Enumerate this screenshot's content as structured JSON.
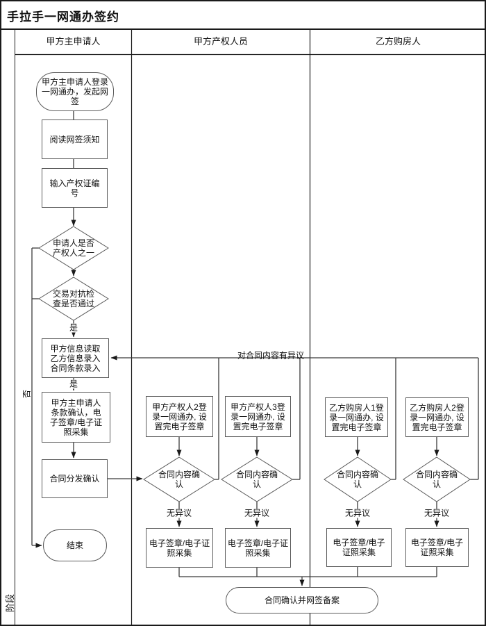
{
  "title": "手拉手一网通办签约",
  "stage": {
    "label": "阶段"
  },
  "lanes": {
    "a_main": "甲方主申请人",
    "a_owners": "甲方产权人员",
    "b_buyers": "乙方购房人"
  },
  "nodes": {
    "start": "甲方主申请人登录一网通办，发起网签",
    "read_notice": "阅读网签须知",
    "input_cert_no": "输入产权证编号",
    "is_owner_check": "申请人是否产权人之一",
    "transaction_check": "交易对抗检查是否通过",
    "info_entry": "甲方信息读取乙方信息录入合同条款录入",
    "main_confirm": "甲方主申请人条款确认，电子签章/电子证照采集",
    "distribute": "合同分发确认",
    "end": "结束",
    "owner2_login": "甲方产权人2登录一网通办, 设置完电子签章",
    "owner3_login": "甲方产权人3登录一网通办, 设置完电子签章",
    "buyer1_login": "乙方购房人1登录一网通办, 设置完电子签章",
    "buyer2_login": "乙方购房人2登录一网通办, 设置完电子签章",
    "content_confirm": "合同内容确认",
    "esign_collect": "电子签章/电子证照采集",
    "final": "合同确认并网签备案"
  },
  "edge_labels": {
    "yes1": "是",
    "yes2": "是",
    "no": "否",
    "no_objection": "无异议",
    "objection": "对合同内容有异议"
  },
  "colors": {
    "frame": "#1a1a1a",
    "connector": "#3a3a3a",
    "shape_border": "#5a5a5a",
    "background": "#ffffff"
  }
}
